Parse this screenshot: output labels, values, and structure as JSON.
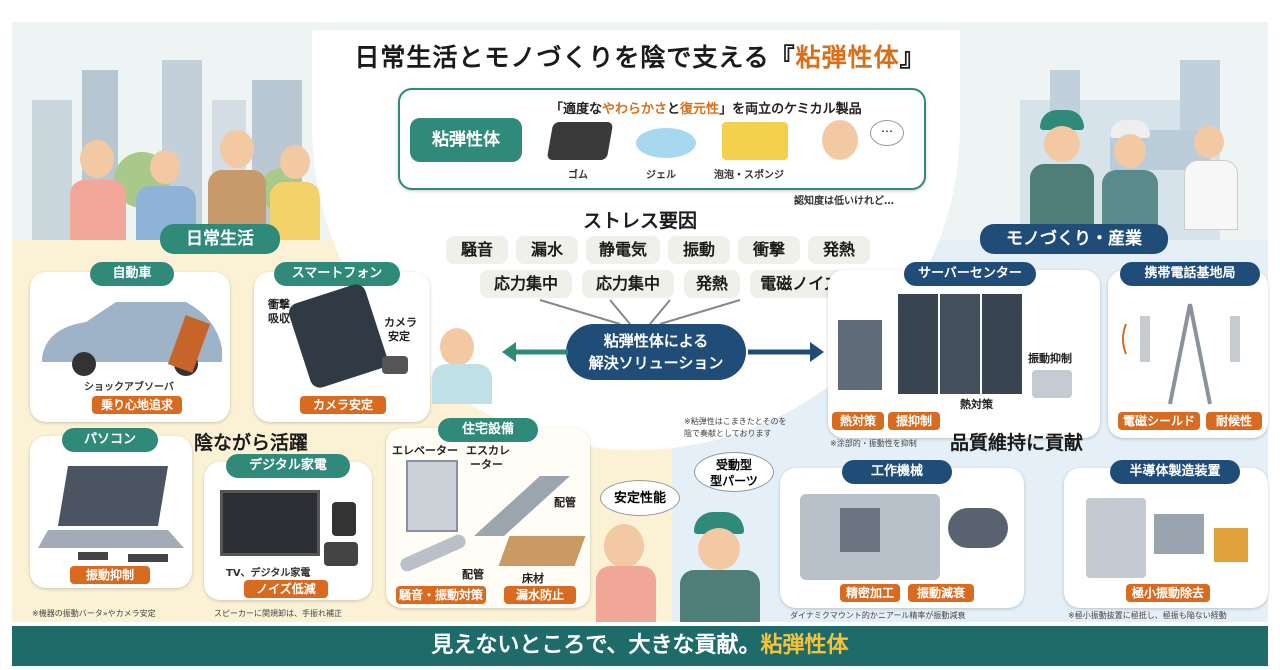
{
  "title": {
    "main": "日常生活とモノづくりを陰で支える『",
    "highlight": "粘弾性体",
    "end": "』"
  },
  "definition": {
    "label": "粘弾性体",
    "desc_prefix": "「適度な",
    "desc_hl1": "やわらかさ",
    "desc_mid": "と",
    "desc_hl2": "復元性",
    "desc_suffix": "」を両立のケミカル製品",
    "examples": [
      "ゴム",
      "ジェル",
      "泡泡・スポンジ"
    ],
    "aside": "認知度は低いけれど…",
    "bubble": "…"
  },
  "stress": {
    "title": "ストレス要因",
    "row1": [
      "騒音",
      "漏水",
      "静電気",
      "振動",
      "衝撃",
      "発熱"
    ],
    "row2": [
      "応力集中",
      "応力集中",
      "発熱",
      "電磁ノイズ"
    ]
  },
  "solution": {
    "line1": "粘弾性体による",
    "line2": "解決ソリューション"
  },
  "left": {
    "section": "日常生活",
    "center_text": "陰ながら活躍",
    "car": {
      "title": "自動車",
      "caption": "ショックアブソーバ",
      "tag": "乗り心地追求"
    },
    "phone": {
      "title": "スマートフォン",
      "l1": "衝撃",
      "l2": "吸収",
      "r1": "カメラ",
      "r2": "安定",
      "tag": "カメラ安定"
    },
    "pc": {
      "title": "パソコン",
      "tag": "振動抑制",
      "note": "※機器の振動バータ»やカメラ安定"
    },
    "tv": {
      "title": "デジタル家電",
      "caption": "TV、デジタル家電",
      "tag": "ノイズ低減",
      "note": "スピーカーに関規卸は、手振れ補正"
    },
    "housing": {
      "title": "住宅設備",
      "elevator": "エレベーター",
      "escalator1": "エスカレ",
      "escalator2": "ーター",
      "pipe1": "配管",
      "pipe2": "配管",
      "floor": "床材",
      "tag1": "騒音・振動対策",
      "tag2": "漏水防止"
    },
    "safety": "安定性能"
  },
  "right": {
    "section": "モノづくり・産業",
    "center_text": "品質維持に貢献",
    "server": {
      "title": "サーバーセンター",
      "label1": "振動抑制",
      "label2": "熱対策",
      "tag1": "熱対策",
      "tag2": "振抑制",
      "note": "※涂部的・振動性を抑制"
    },
    "base": {
      "title": "携帯電話基地局",
      "tag1": "電磁シールド",
      "tag2": "耐候性"
    },
    "machine": {
      "title": "工作機械",
      "tag1": "精密加工",
      "tag2": "振動減衰",
      "note": "ダイナミクマウント的かニアール精率が振動減衰"
    },
    "semi": {
      "title": "半導体製造装置",
      "tag": "極小振動除去",
      "note": "※極小振動抜置に極抵し、極振も陥ない経動"
    },
    "passive1": "受動型",
    "passive2": "型パーツ",
    "mid_note1": "※粘弾性はこまきたとそのを",
    "mid_note2": "陰で奏献としております"
  },
  "footer": {
    "main": "見えないところで、大きな貢献。",
    "highlight": "粘弾性体"
  },
  "colors": {
    "teal": "#2f8a7a",
    "navy": "#1f4d78",
    "orange": "#d96b20",
    "footer": "#1f6b6a"
  }
}
